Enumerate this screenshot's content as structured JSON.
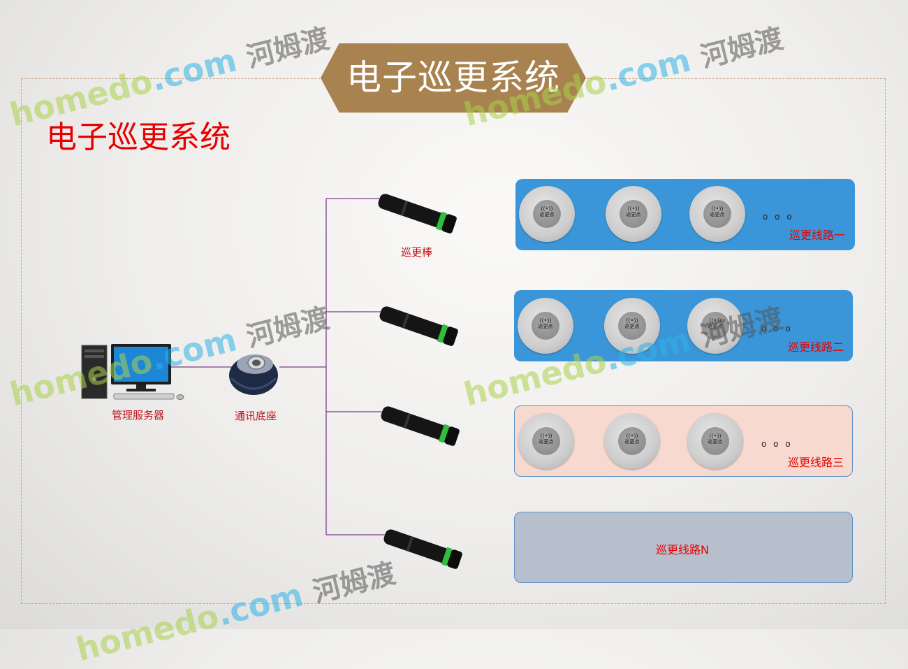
{
  "banner_title": "电子巡更系统",
  "subtitle": "电子巡更系统",
  "devices": {
    "server_label": "管理服务器",
    "base_label": "通讯底座",
    "wand_label": "巡更棒"
  },
  "checkpoint_text": "巡更点",
  "checkpoint_symbol": "((•))",
  "ellipsis": "o o o",
  "routes": [
    {
      "label": "巡更线路一",
      "color": "#3a96d8"
    },
    {
      "label": "巡更线路二",
      "color": "#3a96d8"
    },
    {
      "label": "巡更线路三",
      "color": "#f7d9cf"
    },
    {
      "label": "巡更线路N",
      "color": "#b8bfcc"
    }
  ],
  "watermark": {
    "part1": "home",
    "part2": "do",
    "part3": ".com",
    "cn": "河姆渡"
  },
  "colors": {
    "banner": "#a8824f",
    "connector": "#7a3d8c",
    "label_red": "#c0101a"
  }
}
